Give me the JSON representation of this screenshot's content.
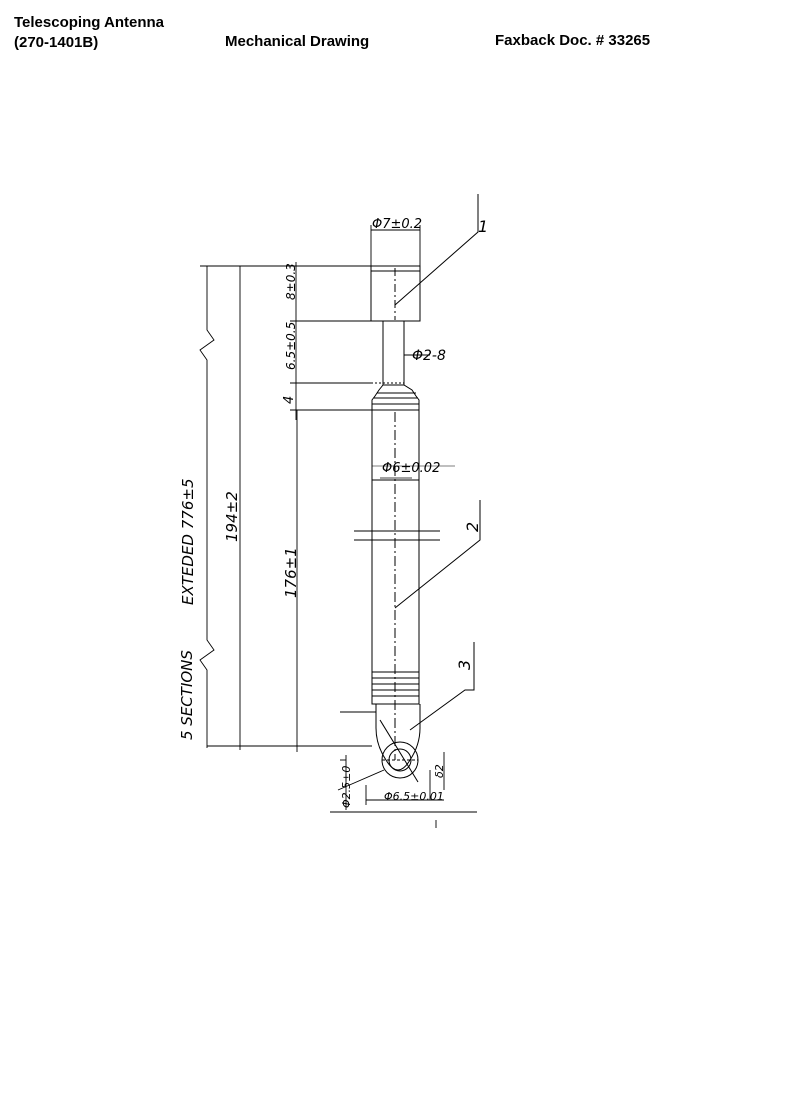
{
  "header": {
    "product_name": "Telescoping Antenna",
    "part_number": "(270-1401B)",
    "doc_type": "Mechanical Drawing",
    "doc_number": "Faxback Doc. # 33265"
  },
  "drawing": {
    "callout_1": "1",
    "callout_2": "2",
    "callout_3": "3",
    "dim_cap_dia": "Φ7±0.2",
    "dim_cap_len": "8±0.3",
    "dim_neck_len": "6.5±0.5",
    "dim_neck_dia": "Φ2-8",
    "dim_collar": "4",
    "dim_tube_dia": "Φ6±0.02",
    "dim_body_len": "176±1",
    "dim_total_len": "194±2",
    "dim_extended": "EXTEDED 776±5",
    "dim_sections": "5 SECTIONS",
    "dim_hole_dia": "Φ2.5±0",
    "dim_eye_dia": "Φ6.5±0.01",
    "dim_eye_thk": "δ2"
  }
}
